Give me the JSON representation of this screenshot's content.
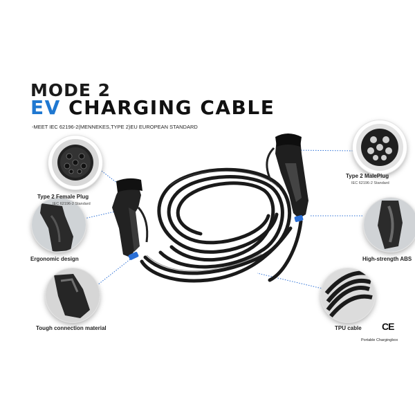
{
  "title": {
    "line1": "MODE 2",
    "accent": "EV",
    "rest": " CHARGING CABLE"
  },
  "subtitle": "-MEET IEC 62196-2(MENNEKES,TYPE 2)EU EUROPEAN STANDARD",
  "features": {
    "female_plug": {
      "label": "Type 2 Female Plug",
      "standard": "IEC 62196-2 Standard"
    },
    "male_plug": {
      "label": "Type 2 MalePlug",
      "standard": "IEC 62196-2 Standard"
    },
    "ergonomic": {
      "label": "Ergonomic design"
    },
    "abs": {
      "label": "High-strength ABS"
    },
    "material": {
      "label": "Tough connection material"
    },
    "tpu": {
      "label": "TPU cable"
    }
  },
  "certification": {
    "mark": "CE",
    "brand": "Portable Chargingbox"
  },
  "colors": {
    "accent": "#1f78d1",
    "callout_line": "#2a6fd6",
    "cable": "#1a1a1a"
  },
  "icons": [
    "female-socket-icon",
    "male-plug-icon",
    "handle-grip-icon",
    "abs-handle-icon",
    "connector-material-icon",
    "tpu-cable-coil-icon",
    "ce-mark-icon"
  ]
}
